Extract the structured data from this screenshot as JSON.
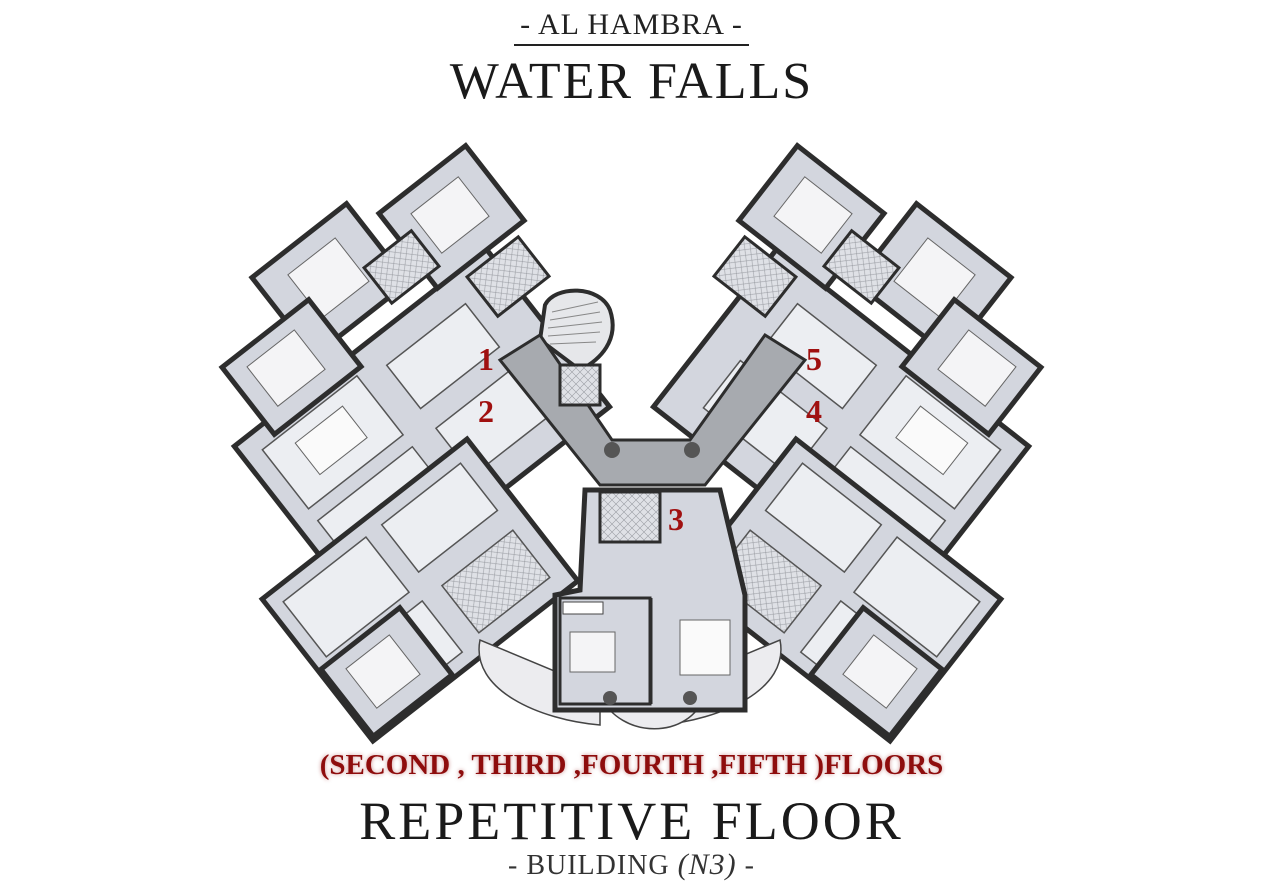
{
  "header": {
    "project_name": "- AL HAMBRA -",
    "building_name": "WATER FALLS"
  },
  "footer": {
    "floors": "(SECOND , THIRD ,FOURTH ,FIFTH )FLOORS",
    "plan_type": "REPETITIVE FLOOR",
    "building_prefix": "- BUILDING ",
    "building_code": "(N3)",
    "building_suffix": " -"
  },
  "units": [
    {
      "number": "1"
    },
    {
      "number": "2"
    },
    {
      "number": "3"
    },
    {
      "number": "4"
    },
    {
      "number": "5"
    }
  ],
  "colors": {
    "floor": "#d3d6de",
    "corridor": "#a7aaaf",
    "wall": "#2d2d2d",
    "unit_number": "#a01010"
  }
}
